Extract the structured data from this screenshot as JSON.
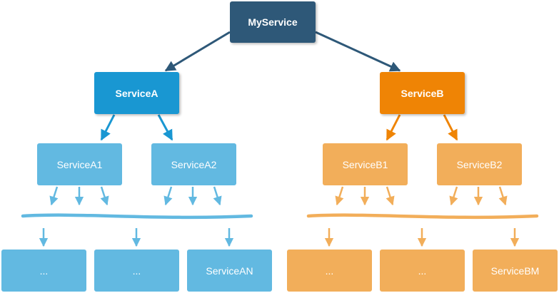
{
  "colors": {
    "root": "#2e5878",
    "a_main": "#1997d2",
    "a_light": "#62b9e1",
    "b_main": "#ef8405",
    "b_light": "#f2ae5a"
  },
  "root": {
    "label": "MyService"
  },
  "branch_a": {
    "label": "ServiceA",
    "children": [
      {
        "label": "ServiceA1"
      },
      {
        "label": "ServiceA2"
      }
    ],
    "leaves": [
      {
        "label": "..."
      },
      {
        "label": "..."
      },
      {
        "label": "ServiceAN"
      }
    ]
  },
  "branch_b": {
    "label": "ServiceB",
    "children": [
      {
        "label": "ServiceB1"
      },
      {
        "label": "ServiceB2"
      }
    ],
    "leaves": [
      {
        "label": "..."
      },
      {
        "label": "..."
      },
      {
        "label": "ServiceBM"
      }
    ]
  }
}
